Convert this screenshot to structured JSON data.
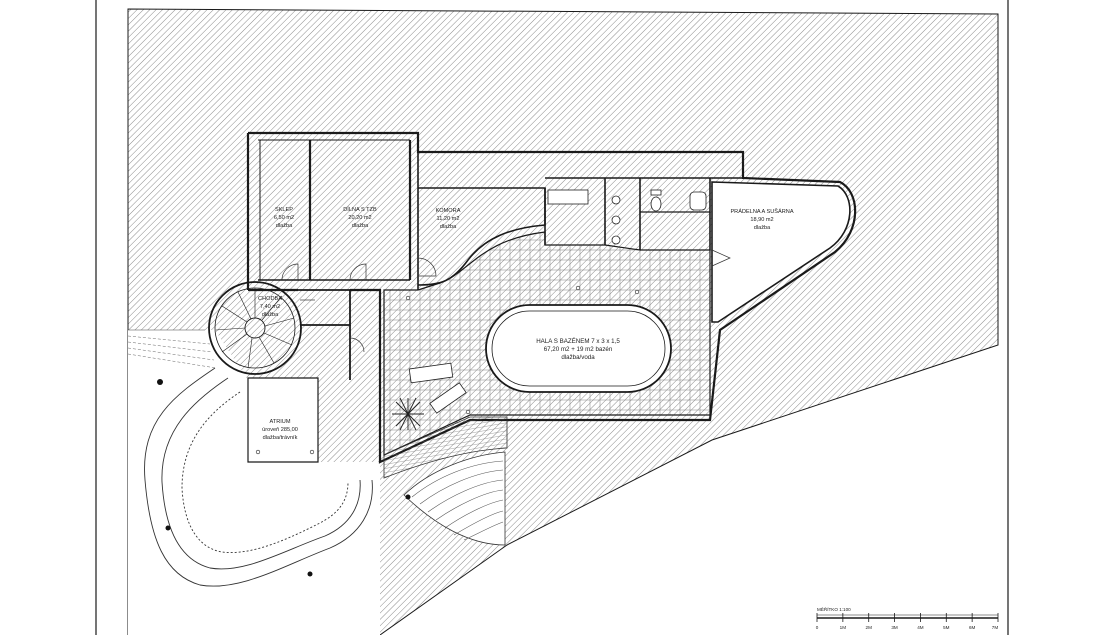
{
  "rooms": {
    "sklep": {
      "name": "SKLEP",
      "area": "6,50 m2",
      "floor": "dlažba"
    },
    "dilna": {
      "name": "DÍLNA S TZB",
      "area": "20,20 m2",
      "floor": "dlažba"
    },
    "komora": {
      "name": "KOMORA",
      "area": "11,20 m2",
      "floor": "dlažba"
    },
    "pradelna": {
      "name": "PRÁDELNA A SUŠÁRNA",
      "area": "18,90 m2",
      "floor": "dlažba"
    },
    "chodba": {
      "name": "CHODBA",
      "area": "7,40 m2",
      "floor": "dlažba"
    },
    "hala": {
      "name": "HALA S BAZÉNEM  7 x 3 x 1,5",
      "area": "67,20 m2 + 19 m2 bazén",
      "floor": "dlažba/voda"
    },
    "atrium": {
      "name": "ATRIUM",
      "area": "úroveň 285,00",
      "floor": "dlažba/trávník"
    }
  },
  "scale": {
    "title": "MĚŘÍTKO 1:100",
    "ticks": [
      "0",
      "1M",
      "2M",
      "3M",
      "4M",
      "5M",
      "6M",
      "7M"
    ]
  },
  "colors": {
    "line": "#1a1a1a",
    "hatch": "#555555",
    "paper": "#ffffff"
  }
}
